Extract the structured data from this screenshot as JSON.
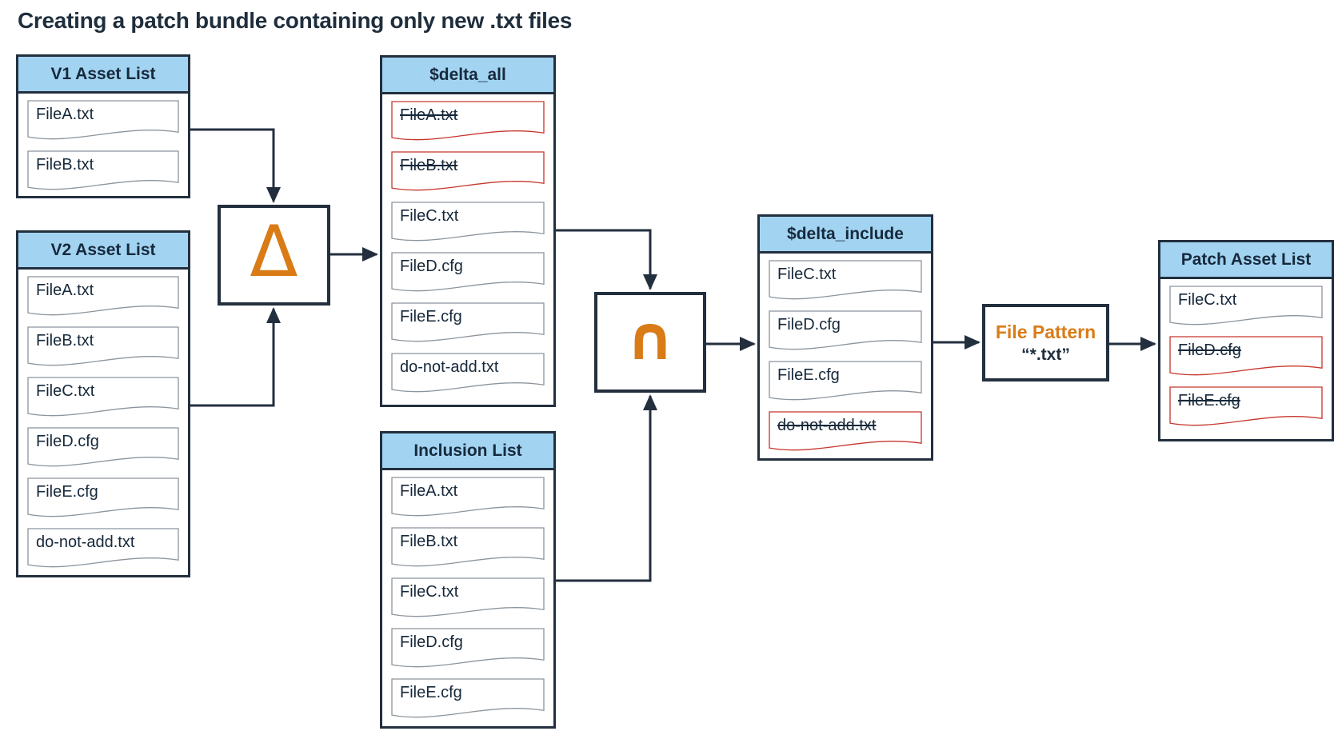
{
  "title": "Creating a patch bundle containing only new .txt files",
  "colors": {
    "dark_navy": "#232f3e",
    "header_blue": "#a2d4f2",
    "accent_orange": "#d97b17",
    "strike_red": "#c7362c",
    "item_border_gray": "#8c959d"
  },
  "boxes": {
    "v1_asset_list": {
      "header": "V1 Asset List",
      "items": [
        {
          "label": "FileA.txt",
          "struck": false
        },
        {
          "label": "FileB.txt",
          "struck": false
        }
      ]
    },
    "v2_asset_list": {
      "header": "V2 Asset List",
      "items": [
        {
          "label": "FileA.txt",
          "struck": false
        },
        {
          "label": "FileB.txt",
          "struck": false
        },
        {
          "label": "FileC.txt",
          "struck": false
        },
        {
          "label": "FileD.cfg",
          "struck": false
        },
        {
          "label": "FileE.cfg",
          "struck": false
        },
        {
          "label": "do-not-add.txt",
          "struck": false
        }
      ]
    },
    "delta_all": {
      "header": "$delta_all",
      "items": [
        {
          "label": "FileA.txt",
          "struck": true
        },
        {
          "label": "FileB.txt",
          "struck": true
        },
        {
          "label": "FileC.txt",
          "struck": false
        },
        {
          "label": "FileD.cfg",
          "struck": false
        },
        {
          "label": "FileE.cfg",
          "struck": false
        },
        {
          "label": "do-not-add.txt",
          "struck": false
        }
      ]
    },
    "inclusion_list": {
      "header": "Inclusion List",
      "items": [
        {
          "label": "FileA.txt",
          "struck": false
        },
        {
          "label": "FileB.txt",
          "struck": false
        },
        {
          "label": "FileC.txt",
          "struck": false
        },
        {
          "label": "FileD.cfg",
          "struck": false
        },
        {
          "label": "FileE.cfg",
          "struck": false
        }
      ]
    },
    "delta_include": {
      "header": "$delta_include",
      "items": [
        {
          "label": "FileC.txt",
          "struck": false
        },
        {
          "label": "FileD.cfg",
          "struck": false
        },
        {
          "label": "FileE.cfg",
          "struck": false
        },
        {
          "label": "do-not-add.txt",
          "struck": true
        }
      ]
    },
    "patch_asset_list": {
      "header": "Patch Asset List",
      "items": [
        {
          "label": "FileC.txt",
          "struck": false
        },
        {
          "label": "FileD.cfg",
          "struck": true
        },
        {
          "label": "FileE.cfg",
          "struck": true
        }
      ]
    }
  },
  "operators": {
    "delta_symbol": "Δ",
    "intersection_symbol": "∩"
  },
  "file_pattern": {
    "label": "File Pattern",
    "value": "“*.txt”"
  }
}
